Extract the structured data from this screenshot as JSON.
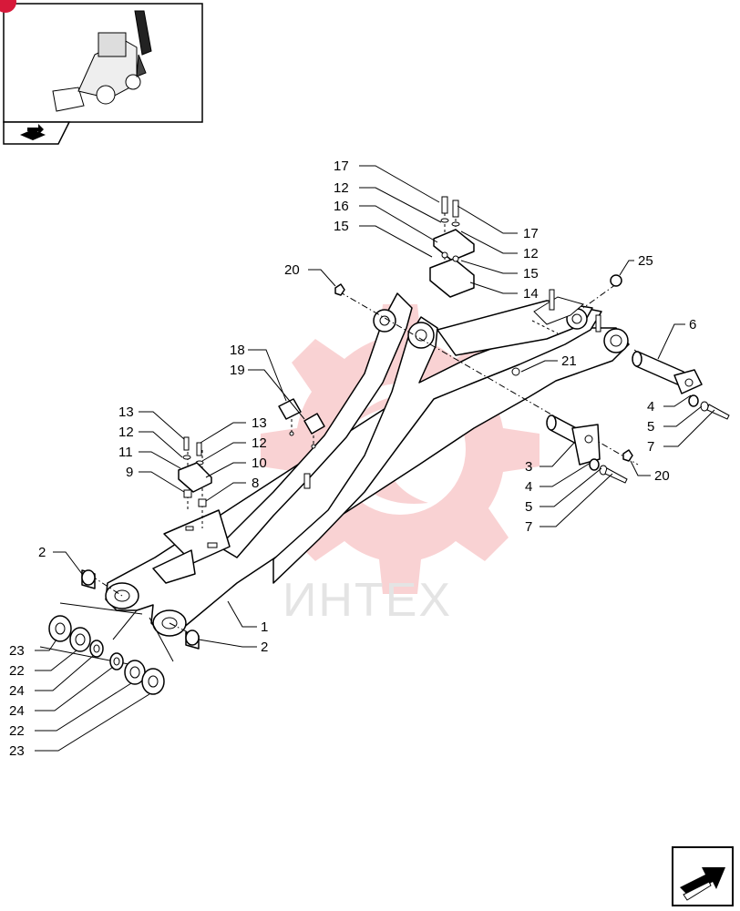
{
  "watermark": {
    "text": "ИНТЕХ",
    "color": "#e8383b"
  },
  "colors": {
    "line": "#000000",
    "background": "#ffffff",
    "badge": "#d7193a"
  },
  "thumbnail": {
    "icon": "backhoe-loader-icon",
    "nav_icon": "book-arrow-icon"
  },
  "nav": {
    "next_icon": "next-page-arrow-icon"
  },
  "callouts": {
    "c17a": "17",
    "c12a": "12",
    "c16": "16",
    "c15a": "15",
    "c17b": "17",
    "c12b": "12",
    "c15b": "15",
    "c14": "14",
    "c20a": "20",
    "c25": "25",
    "c6": "6",
    "c18": "18",
    "c19": "19",
    "c21": "21",
    "c13a": "13",
    "c12c": "12",
    "c11": "11",
    "c9": "9",
    "c13b": "13",
    "c12d": "12",
    "c10": "10",
    "c8": "8",
    "c4a": "4",
    "c5a": "5",
    "c7a": "7",
    "c3": "3",
    "c4b": "4",
    "c5b": "5",
    "c7b": "7",
    "c20b": "20",
    "c2a": "2",
    "c1": "1",
    "c2b": "2",
    "c23a": "23",
    "c22a": "22",
    "c24a": "24",
    "c24b": "24",
    "c22b": "22",
    "c23b": "23"
  }
}
